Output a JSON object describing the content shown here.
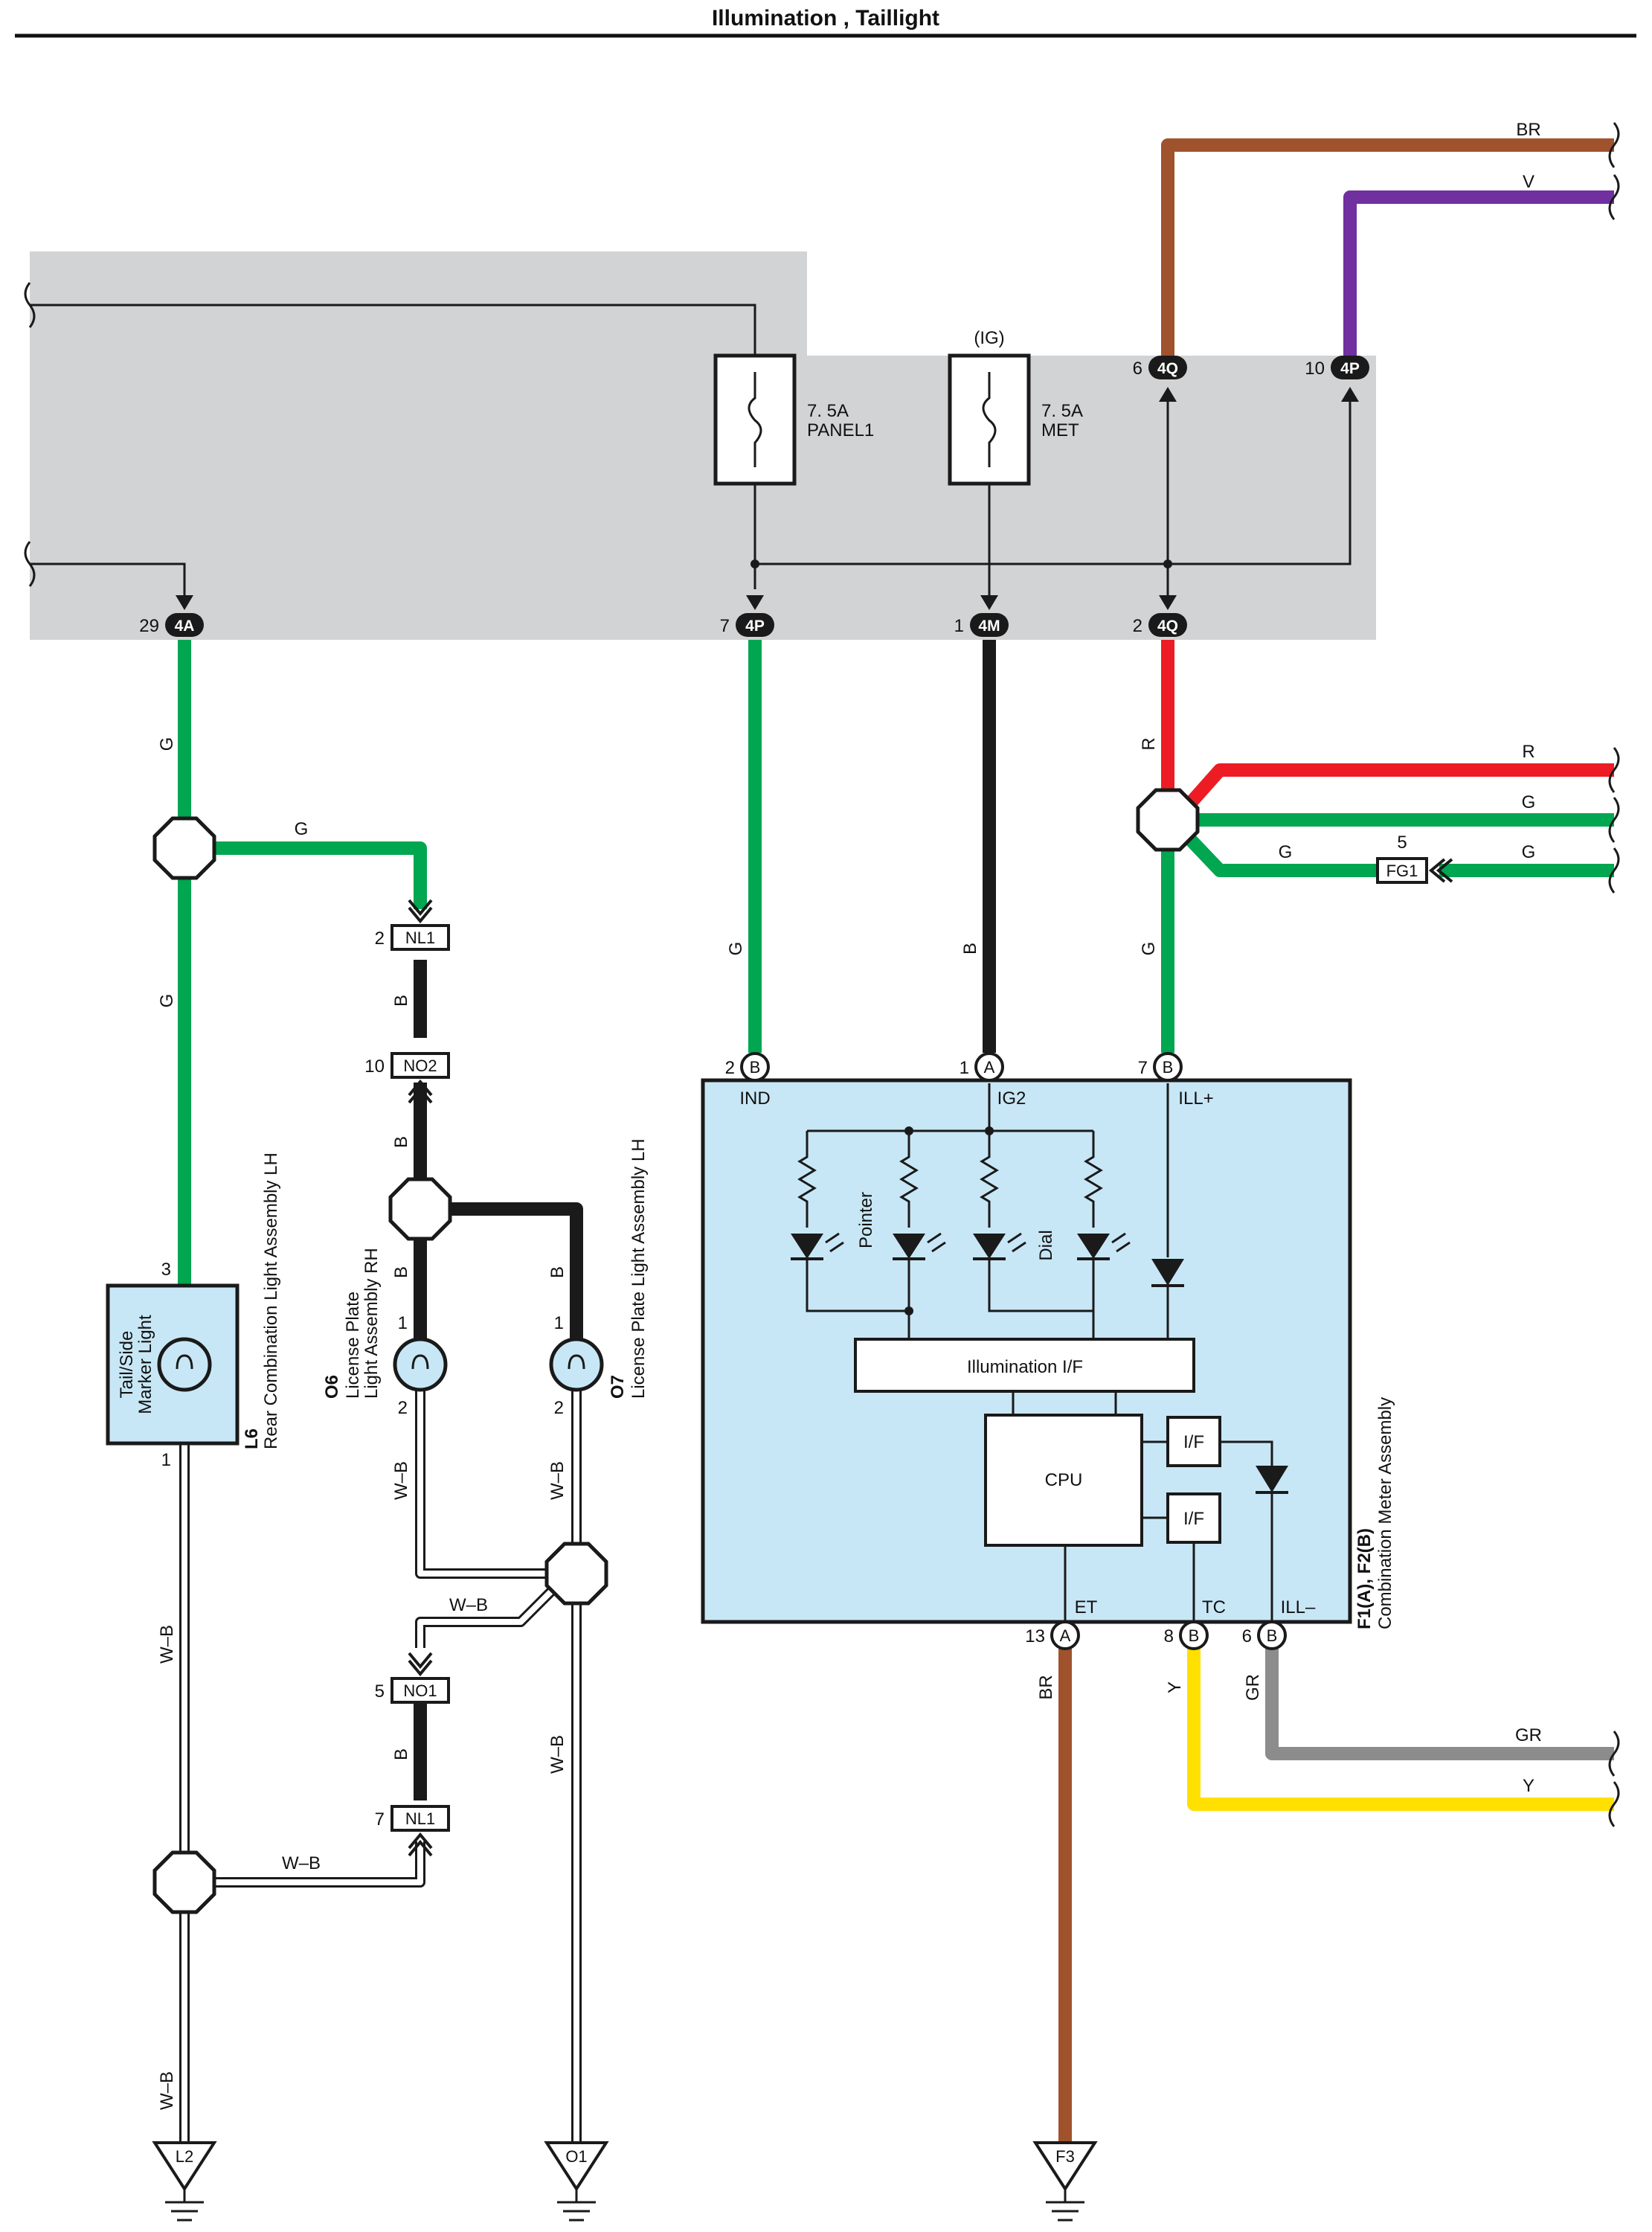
{
  "title": "Illumination , Taillight",
  "colors": {
    "background": "#ffffff",
    "junction_block": "#d2d3d5",
    "component_fill": "#c8e7f6",
    "G": "#00a650",
    "B": "#1a1a1a",
    "R": "#ed1c24",
    "BR": "#a0522d",
    "V": "#7030a0",
    "Y": "#ffe000",
    "GR": "#8c8c8c",
    "W-B": "#ffffff"
  },
  "fuses": [
    {
      "rating": "7. 5A",
      "name": "PANEL1"
    },
    {
      "rating": "7. 5A",
      "name": "MET",
      "supply": "(IG)"
    }
  ],
  "connectors": {
    "jb_4A_29": {
      "pin": "29",
      "conn": "4A"
    },
    "jb_4P_7": {
      "pin": "7",
      "conn": "4P"
    },
    "jb_4M_1": {
      "pin": "1",
      "conn": "4M"
    },
    "jb_4Q_2": {
      "pin": "2",
      "conn": "4Q"
    },
    "jb_4Q_6": {
      "pin": "6",
      "conn": "4Q"
    },
    "jb_4P_10": {
      "pin": "10",
      "conn": "4P"
    },
    "nl1_2": {
      "pin": "2",
      "conn": "NL1"
    },
    "no2_10": {
      "pin": "10",
      "conn": "NO2"
    },
    "no1_5": {
      "pin": "5",
      "conn": "NO1"
    },
    "nl1_7": {
      "pin": "7",
      "conn": "NL1"
    },
    "fg1_5": {
      "pin": "5",
      "conn": "FG1"
    },
    "meter_ind": {
      "pin": "2",
      "conn": "B",
      "name": "IND"
    },
    "meter_ig2": {
      "pin": "1",
      "conn": "A",
      "name": "IG2"
    },
    "meter_ill_plus": {
      "pin": "7",
      "conn": "B",
      "name": "ILL+"
    },
    "meter_et": {
      "pin": "13",
      "conn": "A",
      "name": "ET"
    },
    "meter_tc": {
      "pin": "8",
      "conn": "B",
      "name": "TC"
    },
    "meter_ill_minus": {
      "pin": "6",
      "conn": "B",
      "name": "ILL–"
    }
  },
  "wire_labels": {
    "G": "G",
    "B": "B",
    "R": "R",
    "BR": "BR",
    "V": "V",
    "Y": "Y",
    "GR": "GR",
    "WB": "W–B"
  },
  "components": {
    "l6": {
      "id": "L6",
      "name": "Rear Combination Light Assembly LH",
      "inner_line1": "Tail/Side",
      "inner_line2": "Marker Light",
      "pin_top": "3",
      "pin_bottom": "1"
    },
    "o6": {
      "id": "O6",
      "name_line1": "License Plate",
      "name_line2": "Light Assembly RH",
      "pin_top": "1",
      "pin_bottom": "2"
    },
    "o7": {
      "id": "O7",
      "name": "License Plate Light Assembly LH",
      "pin_top": "1",
      "pin_bottom": "2"
    },
    "meter": {
      "id": "F1(A), F2(B)",
      "name": "Combination Meter Assembly",
      "led_pointer": "Pointer",
      "led_dial": "Dial",
      "illumination_if": "Illumination I/F",
      "cpu": "CPU",
      "if1": "I/F",
      "if2": "I/F"
    }
  },
  "grounds": [
    "L2",
    "O1",
    "F3"
  ]
}
